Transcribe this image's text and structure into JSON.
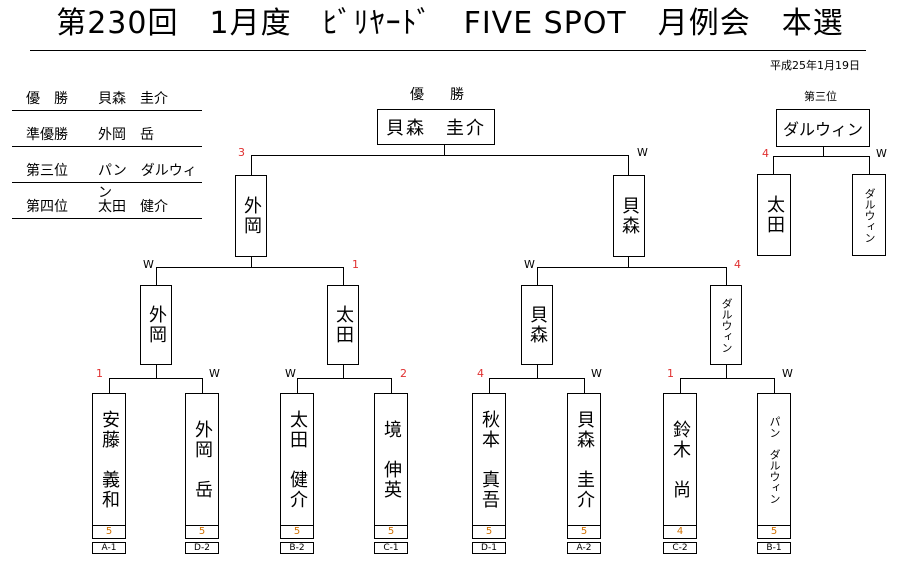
{
  "title": "第230回　1月度　ﾋﾞﾘﾔｰﾄﾞ　FIVE SPOT　月例会　本選",
  "date": "平成25年1月19日",
  "results": [
    {
      "label": "優　勝",
      "value": "貝森　圭介"
    },
    {
      "label": "準優勝",
      "value": "外岡　岳"
    },
    {
      "label": "第三位",
      "value": "パン　ダルウィン"
    },
    {
      "label": "第四位",
      "value": "太田　健介"
    }
  ],
  "bracket": {
    "champion_header": "優　勝",
    "champion": "貝森　圭介",
    "final": {
      "left": "外岡",
      "right": "貝森",
      "left_mark": "3",
      "right_mark": "W"
    },
    "semis": [
      {
        "top": "外岡",
        "bottom": "太田",
        "left_mark": "W",
        "right_mark": "1"
      },
      {
        "top": "貝森",
        "bottom": "ダルウィン",
        "left_mark": "W",
        "right_mark": "4"
      }
    ],
    "quarters": [
      {
        "name": "外岡",
        "left_mark": "1",
        "right_mark": "W"
      },
      {
        "name": "太田",
        "left_mark": "W",
        "right_mark": "2"
      },
      {
        "name": "貝森",
        "left_mark": "4",
        "right_mark": "W"
      },
      {
        "name": "ダルウィン",
        "left_mark": "1",
        "right_mark": "W"
      }
    ],
    "players": [
      {
        "name": "安藤　義和",
        "seed": "5",
        "code": "A-1"
      },
      {
        "name": "外岡　岳",
        "seed": "5",
        "code": "D-2"
      },
      {
        "name": "太田　健介",
        "seed": "5",
        "code": "B-2"
      },
      {
        "name": "境　伸英",
        "seed": "5",
        "code": "C-1"
      },
      {
        "name": "秋本　真吾",
        "seed": "5",
        "code": "D-1"
      },
      {
        "name": "貝森　圭介",
        "seed": "5",
        "code": "A-2"
      },
      {
        "name": "鈴木　尚",
        "seed": "4",
        "code": "C-2"
      },
      {
        "name": "パン　ダルウィン",
        "seed": "5",
        "code": "B-1"
      }
    ]
  },
  "third_place": {
    "header": "第三位",
    "winner": "ダルウィン",
    "left": "太田",
    "right": "ダルウィン",
    "left_mark": "4",
    "right_mark": "W"
  },
  "colors": {
    "score": "#e03030",
    "seed": "#d07000"
  }
}
